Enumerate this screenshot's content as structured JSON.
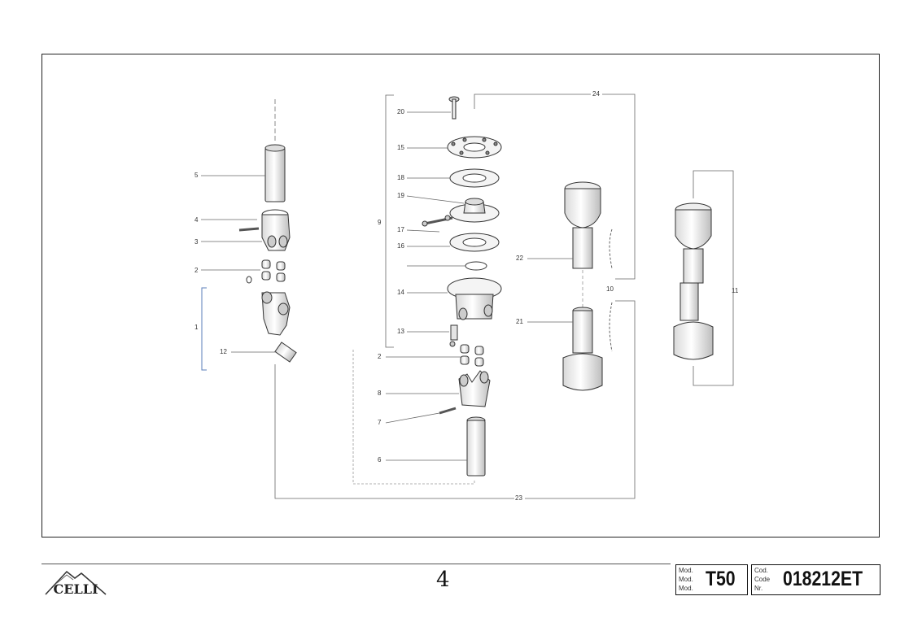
{
  "footer": {
    "logo_text": "CELLI",
    "page_number": "4",
    "mod_labels": [
      "Mod.",
      "Mod.",
      "Mod."
    ],
    "model": "T50",
    "code_labels": [
      "Cod.",
      "Code",
      "Nr."
    ],
    "code": "018212ET"
  },
  "callouts": {
    "c1": "1",
    "c2a": "2",
    "c2b": "2",
    "c3": "3",
    "c4": "4",
    "c5": "5",
    "c6": "6",
    "c7": "7",
    "c8": "8",
    "c9": "9",
    "c10": "10",
    "c11": "11",
    "c12": "12",
    "c13": "13",
    "c14": "14",
    "c15": "15",
    "c16": "16",
    "c17": "17",
    "c18": "18",
    "c19": "19",
    "c20": "20",
    "c21": "21",
    "c22": "22",
    "c23": "23",
    "c24": "24"
  },
  "colors": {
    "outline": "#333333",
    "leader_gray": "#666666",
    "leader_blue": "#5a7db8",
    "part_fill": "#f2f2f2",
    "part_shade": "#bdbdbd"
  }
}
